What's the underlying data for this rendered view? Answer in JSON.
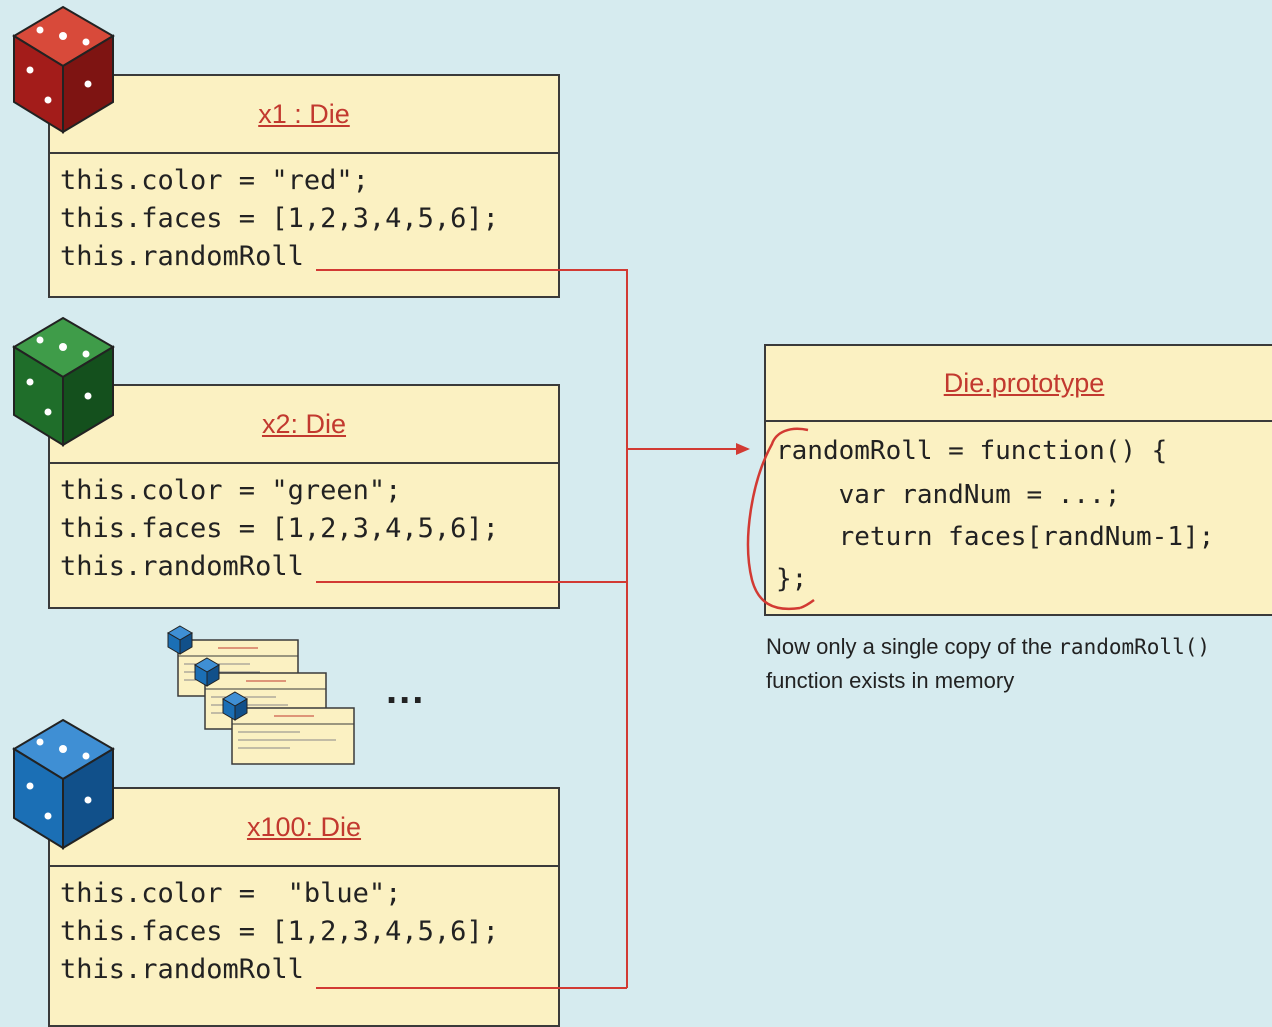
{
  "objects": [
    {
      "title": "x1 : Die",
      "color_line": "this.color = \"red\";",
      "faces_line": "this.faces = [1,2,3,4,5,6];",
      "roll_line": "this.randomRoll",
      "die_color": "#b8201e"
    },
    {
      "title": "x2: Die",
      "color_line": "this.color = \"green\";",
      "faces_line": "this.faces = [1,2,3,4,5,6];",
      "roll_line": "this.randomRoll",
      "die_color": "#1f6e2a"
    },
    {
      "title": "x100: Die",
      "color_line": "this.color =  \"blue\";",
      "faces_line": "this.faces = [1,2,3,4,5,6];",
      "roll_line": "this.randomRoll",
      "die_color": "#1b6fb5"
    }
  ],
  "ellipsis": "...",
  "prototype": {
    "title": "Die.prototype",
    "line1": "randomRoll = function() {",
    "line2": "    var randNum = ...;",
    "line3": "    return faces[randNum-1];",
    "line4": "};"
  },
  "caption": {
    "pre": "Now only a single copy of the ",
    "code": "randomRoll()",
    "post": "function exists in memory"
  },
  "colors": {
    "arrow": "#d23a33",
    "accent": "#c2392f",
    "box_fill": "#fbf1c2"
  }
}
